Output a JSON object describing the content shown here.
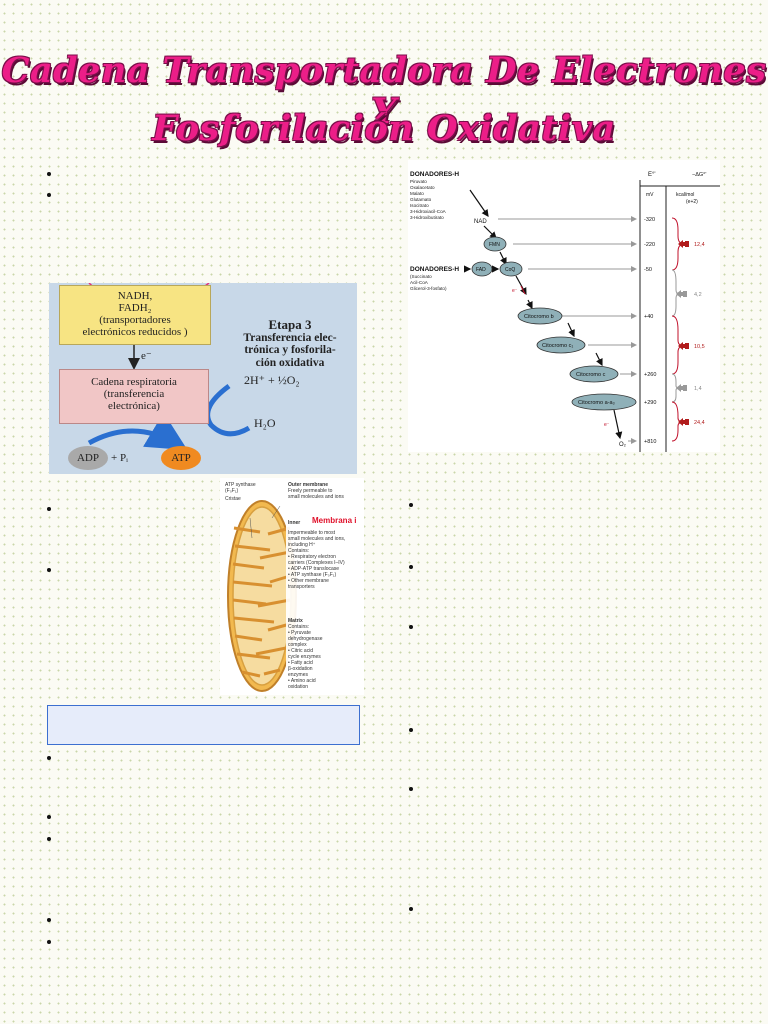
{
  "title": {
    "line1": "Cadena Transportadora De Electrones Y",
    "line2": "Fosforilación Oxidativa"
  },
  "figure_stage3": {
    "top_box": [
      "NADH,",
      "FADH₂",
      "(transportadores",
      "electrónicos reducidos )"
    ],
    "e_label": "e⁻",
    "stage": [
      "Etapa 3",
      "Transferencia elec-",
      "trónica y fosforila-",
      "ción oxidativa"
    ],
    "oxygen": "2H⁺ + ½O₂",
    "chain_box": [
      "Cadena respiratoria",
      "(transferencia",
      "electrónica)"
    ],
    "water": "H₂O",
    "adp": "ADP",
    "pi": "+ Pᵢ",
    "atp": "ATP"
  },
  "figure_potentials": {
    "donors_header": "DONADORES-H",
    "donors_list": [
      "Piruvato",
      "Oxalacetato",
      "Malato",
      "Glutamato",
      "Isocitrato",
      "3-Hidroxiacil-CoA",
      "3-Hidroxibutirato"
    ],
    "nad": "NAD",
    "fmn": "FMN",
    "fad": "FAD",
    "coq": "CoQ",
    "donors2_header": "DONADORES-H",
    "donors2_list": [
      "(Succinato",
      "Acil-CoA",
      "Glicerol-3-fosfato)"
    ],
    "col_e_header": "E°'",
    "col_e_unit": "mV",
    "col_g_header": "−ΔG°'",
    "col_g_unit": "kcal/mol",
    "col_g_unit2": "(e+2)",
    "cyt_b": "Citocromo b",
    "cyt_c1": "Citocromo c₁",
    "cyt_c": "Citocromo c",
    "cyt_aa3": "Citocromo a-a₃",
    "o2": "O₂",
    "e_small": "e⁻",
    "potentials": [
      "-320",
      "-220",
      "-50",
      "+40",
      "+260",
      "+290",
      "+810"
    ],
    "energies": [
      "12,4",
      "4,2",
      "10,5",
      "1,4",
      "24,4"
    ]
  },
  "figure_mito": {
    "atp_synthase": [
      "ATP synthase",
      "(F₀F₁)"
    ],
    "cristae": "Cristae",
    "outer_title": "Outer membrane",
    "outer_text": [
      "Freely permeable to",
      "small molecules and ions"
    ],
    "inner_title": "Inner",
    "menbrana": "Membrana i",
    "inner_text": [
      "Impermeable to most",
      "small molecules and ions,",
      "including H⁺",
      "Contains:",
      "• Respiratory electron",
      "  carriers (Complexes I–IV)",
      "• ADP-ATP translocase",
      "• ATP synthase (F₀F₁)",
      "• Other membrane",
      "  transporters"
    ],
    "matrix_title": "Matrix",
    "matrix_text": [
      "Contains:",
      "• Pyruvate",
      "  dehydrogenase",
      "  complex",
      "• Citric acid",
      "  cycle enzymes",
      "• Fatty acid",
      "  β-oxidation",
      "  enzymes",
      "• Amino acid",
      "  oxidation"
    ]
  },
  "colors": {
    "title": "#ec1e88",
    "energy_marker": "#b11c1c",
    "brace": "#c0102a",
    "blue_box_border": "#3c6fd0"
  }
}
